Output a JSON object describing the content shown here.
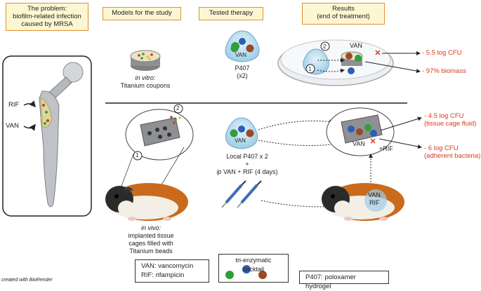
{
  "headers": {
    "problem": [
      "The problem:",
      "biofilm-related infection",
      "caused by MRSA"
    ],
    "models": "Models for the study",
    "therapy": "Tested therapy",
    "results": [
      "Results",
      "(end of treatment)"
    ]
  },
  "implant": {
    "rif": "RIF",
    "van": "VAN"
  },
  "invitro": {
    "model_italic": "in vitro:",
    "model_rest": "Titanium coupons",
    "hydrogel_label": "VAN",
    "hydrogel_caption": [
      "P407",
      "(x2)"
    ],
    "step1": "1",
    "step2": "2",
    "dish_van": "VAN",
    "results": [
      "- 5.5 log CFU",
      "- 97% biomass"
    ]
  },
  "invivo": {
    "step1": "1",
    "step2": "2",
    "model_italic": "in vivo:",
    "model_rest": [
      "implanted tissue",
      "cages filled with",
      "Titanium beads"
    ],
    "hydrogel_label": "VAN",
    "local": "Local P407 x 2",
    "plus": "+",
    "ip_italic": "ip",
    "ip_rest": " VAN + RIF (4 days)",
    "cage_van": "VAN",
    "cage_rif": "+RIF",
    "pig_van": "VAN",
    "pig_rif": "RIF",
    "results": [
      [
        "- 4.5 log CFU",
        "(tissue cage fluid)"
      ],
      [
        "- 6 log CFU",
        "(adherent bacteria)"
      ]
    ]
  },
  "legend": {
    "abbrev": [
      "VAN: vancomycin",
      "RIF: rifampicin"
    ],
    "cocktail": "tri-enzymatic cocktail",
    "p407": "P407: poloxamer hydrogel"
  },
  "credit": "created with BioRender",
  "colors": {
    "header_fill": "#fdf6d2",
    "header_border": "#e3902e",
    "result_red": "#d83a22",
    "enzyme_green": "#2f9e3b",
    "enzyme_blue": "#2c5fb4",
    "enzyme_brown": "#9a4a24",
    "hydrogel": "#b9dcef"
  }
}
